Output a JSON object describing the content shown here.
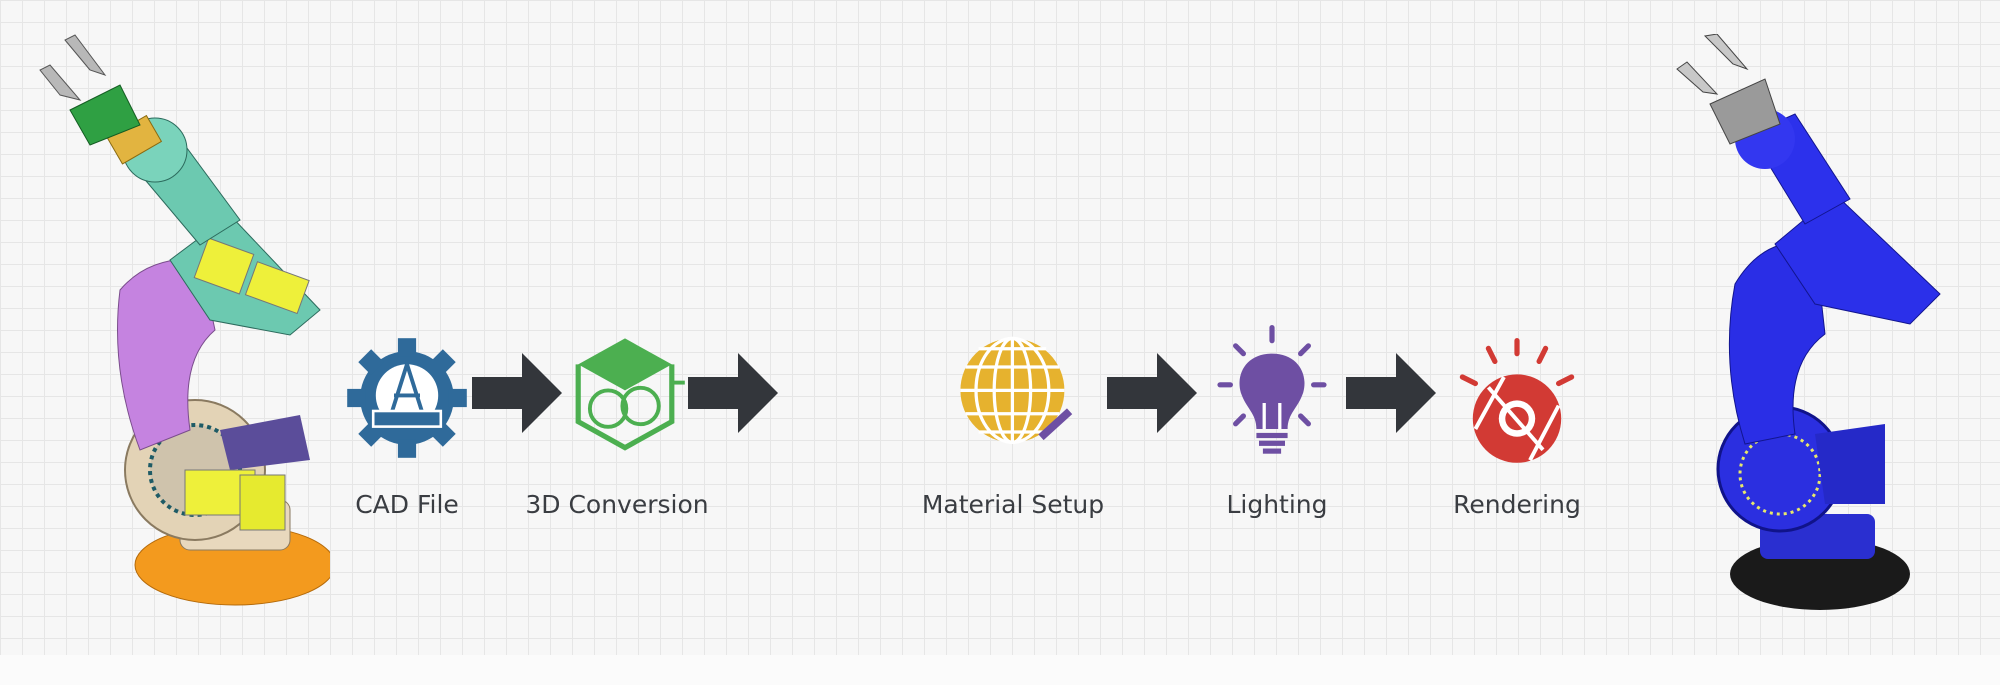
{
  "steps": [
    {
      "label": "CAD File",
      "icon": "gear-compass-ruler-icon",
      "color": "#2f6a9a"
    },
    {
      "label": "3D Conversion",
      "icon": "cube-spheres-icon",
      "color": "#4caf50"
    },
    {
      "label": "Material Setup",
      "icon": "globe-brush-icon",
      "color": "#e6b22e"
    },
    {
      "label": "Lighting",
      "icon": "lightbulb-icon",
      "color": "#6e4fa3"
    },
    {
      "label": "Rendering",
      "icon": "render-aperture-icon",
      "color": "#d23a34"
    }
  ],
  "arrow_color": "#33363b",
  "images": {
    "left": "cad-robot-arm",
    "right": "rendered-blue-robot-arm"
  }
}
